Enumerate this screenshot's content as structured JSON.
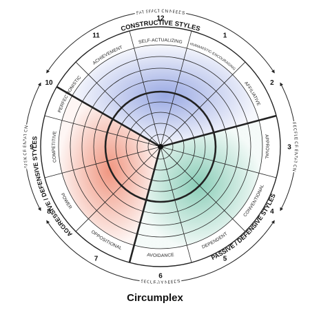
{
  "caption": "Circumplex",
  "outer_labels": {
    "top": "SATISFACTION NEEDS",
    "bottom": "SECURITY NEEDS",
    "left": "TASK ORIENTATION",
    "right": "PEOPLE ORIENTATION"
  },
  "ring_labels": {
    "constructive": "CONSTRUCTIVE STYLES",
    "passive": "PASSIVE / DEFENSIVE STYLES",
    "aggressive": "AGGRESSIVE / DEFENSIVE STYLES"
  },
  "colors": {
    "constructive": "#8fa0e0",
    "passive": "#7ec8b0",
    "aggressive": "#ee8a72",
    "line": "#222222"
  },
  "styles": [
    {
      "number": "1",
      "name": "HUMANISTIC-ENCOURAGING",
      "group": "constructive"
    },
    {
      "number": "2",
      "name": "AFFILIATIVE",
      "group": "constructive"
    },
    {
      "number": "3",
      "name": "APPROVAL",
      "group": "passive"
    },
    {
      "number": "4",
      "name": "CONVENTIONAL",
      "group": "passive"
    },
    {
      "number": "5",
      "name": "DEPENDENT",
      "group": "passive"
    },
    {
      "number": "6",
      "name": "AVOIDANCE",
      "group": "passive"
    },
    {
      "number": "7",
      "name": "OPPOSITIONAL",
      "group": "aggressive"
    },
    {
      "number": "8",
      "name": "POWER",
      "group": "aggressive"
    },
    {
      "number": "9",
      "name": "COMPETITIVE",
      "group": "aggressive"
    },
    {
      "number": "10",
      "name": "PERFECTIONISTIC",
      "group": "aggressive"
    },
    {
      "number": "11",
      "name": "ACHIEVEMENT",
      "group": "constructive"
    },
    {
      "number": "12",
      "name": "SELF-ACTUALIZING",
      "group": "constructive"
    }
  ]
}
